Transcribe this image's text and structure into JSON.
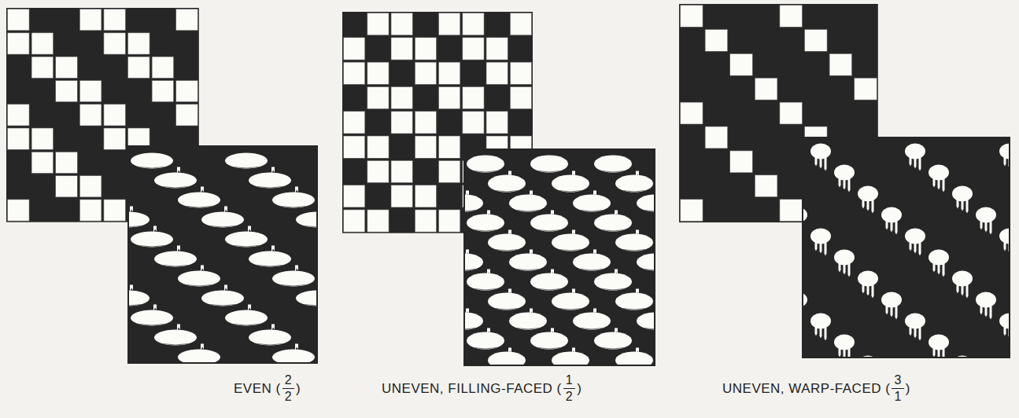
{
  "diagram": {
    "labels": [
      "EVEN (",
      "2",
      "2",
      ")",
      "UNEVEN, FILLING-FACED (",
      "1",
      "2",
      ")",
      "UNEVEN, WARP-FACED (",
      "3",
      "1",
      ")"
    ]
  }
}
